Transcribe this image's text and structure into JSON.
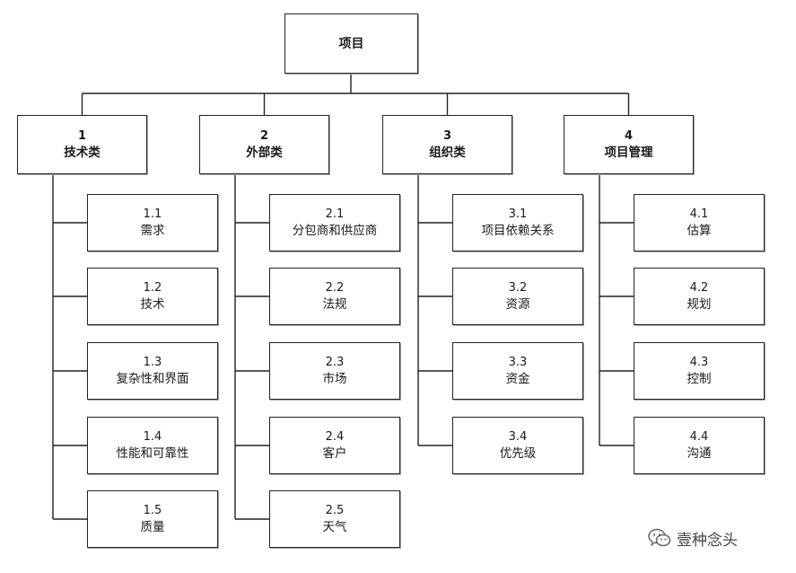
{
  "root": {
    "label": "项目"
  },
  "categories": [
    {
      "num": "1",
      "label": "技术类",
      "items": [
        {
          "num": "1.1",
          "label": "需求"
        },
        {
          "num": "1.2",
          "label": "技术"
        },
        {
          "num": "1.3",
          "label": "复杂性和界面"
        },
        {
          "num": "1.4",
          "label": "性能和可靠性"
        },
        {
          "num": "1.5",
          "label": "质量"
        }
      ]
    },
    {
      "num": "2",
      "label": "外部类",
      "items": [
        {
          "num": "2.1",
          "label": "分包商和供应商"
        },
        {
          "num": "2.2",
          "label": "法规"
        },
        {
          "num": "2.3",
          "label": "市场"
        },
        {
          "num": "2.4",
          "label": "客户"
        },
        {
          "num": "2.5",
          "label": "天气"
        }
      ]
    },
    {
      "num": "3",
      "label": "组织类",
      "items": [
        {
          "num": "3.1",
          "label": "项目依赖关系"
        },
        {
          "num": "3.2",
          "label": "资源"
        },
        {
          "num": "3.3",
          "label": "资金"
        },
        {
          "num": "3.4",
          "label": "优先级"
        }
      ]
    },
    {
      "num": "4",
      "label": "项目管理",
      "items": [
        {
          "num": "4.1",
          "label": "估算"
        },
        {
          "num": "4.2",
          "label": "规划"
        },
        {
          "num": "4.3",
          "label": "控制"
        },
        {
          "num": "4.4",
          "label": "沟通"
        }
      ]
    }
  ],
  "watermark": {
    "text": "壹种念头",
    "icon": "wechat-icon"
  }
}
